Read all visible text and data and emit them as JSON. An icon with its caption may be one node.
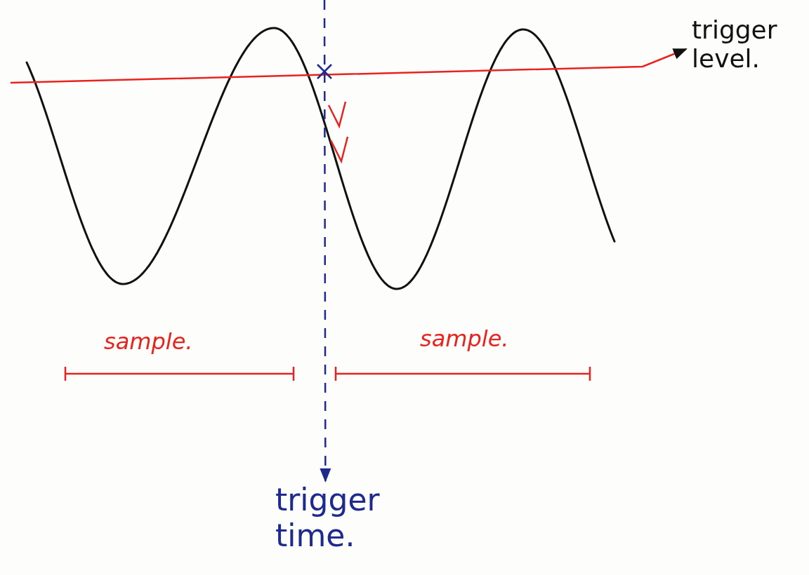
{
  "diagram": {
    "nodes": [
      {
        "text": [
          "trigger level."
        ]
      },
      {
        "text": [
          "trigger time."
        ]
      }
    ],
    "edges": [
      {
        "from": null,
        "to": 0,
        "arrow": "to",
        "color": "#e8231e"
      },
      {
        "from": null,
        "to": 1,
        "arrow": "to",
        "style": "dashed",
        "color": "#1f2a8f"
      }
    ],
    "labels": [
      "sample.",
      "sample."
    ]
  }
}
